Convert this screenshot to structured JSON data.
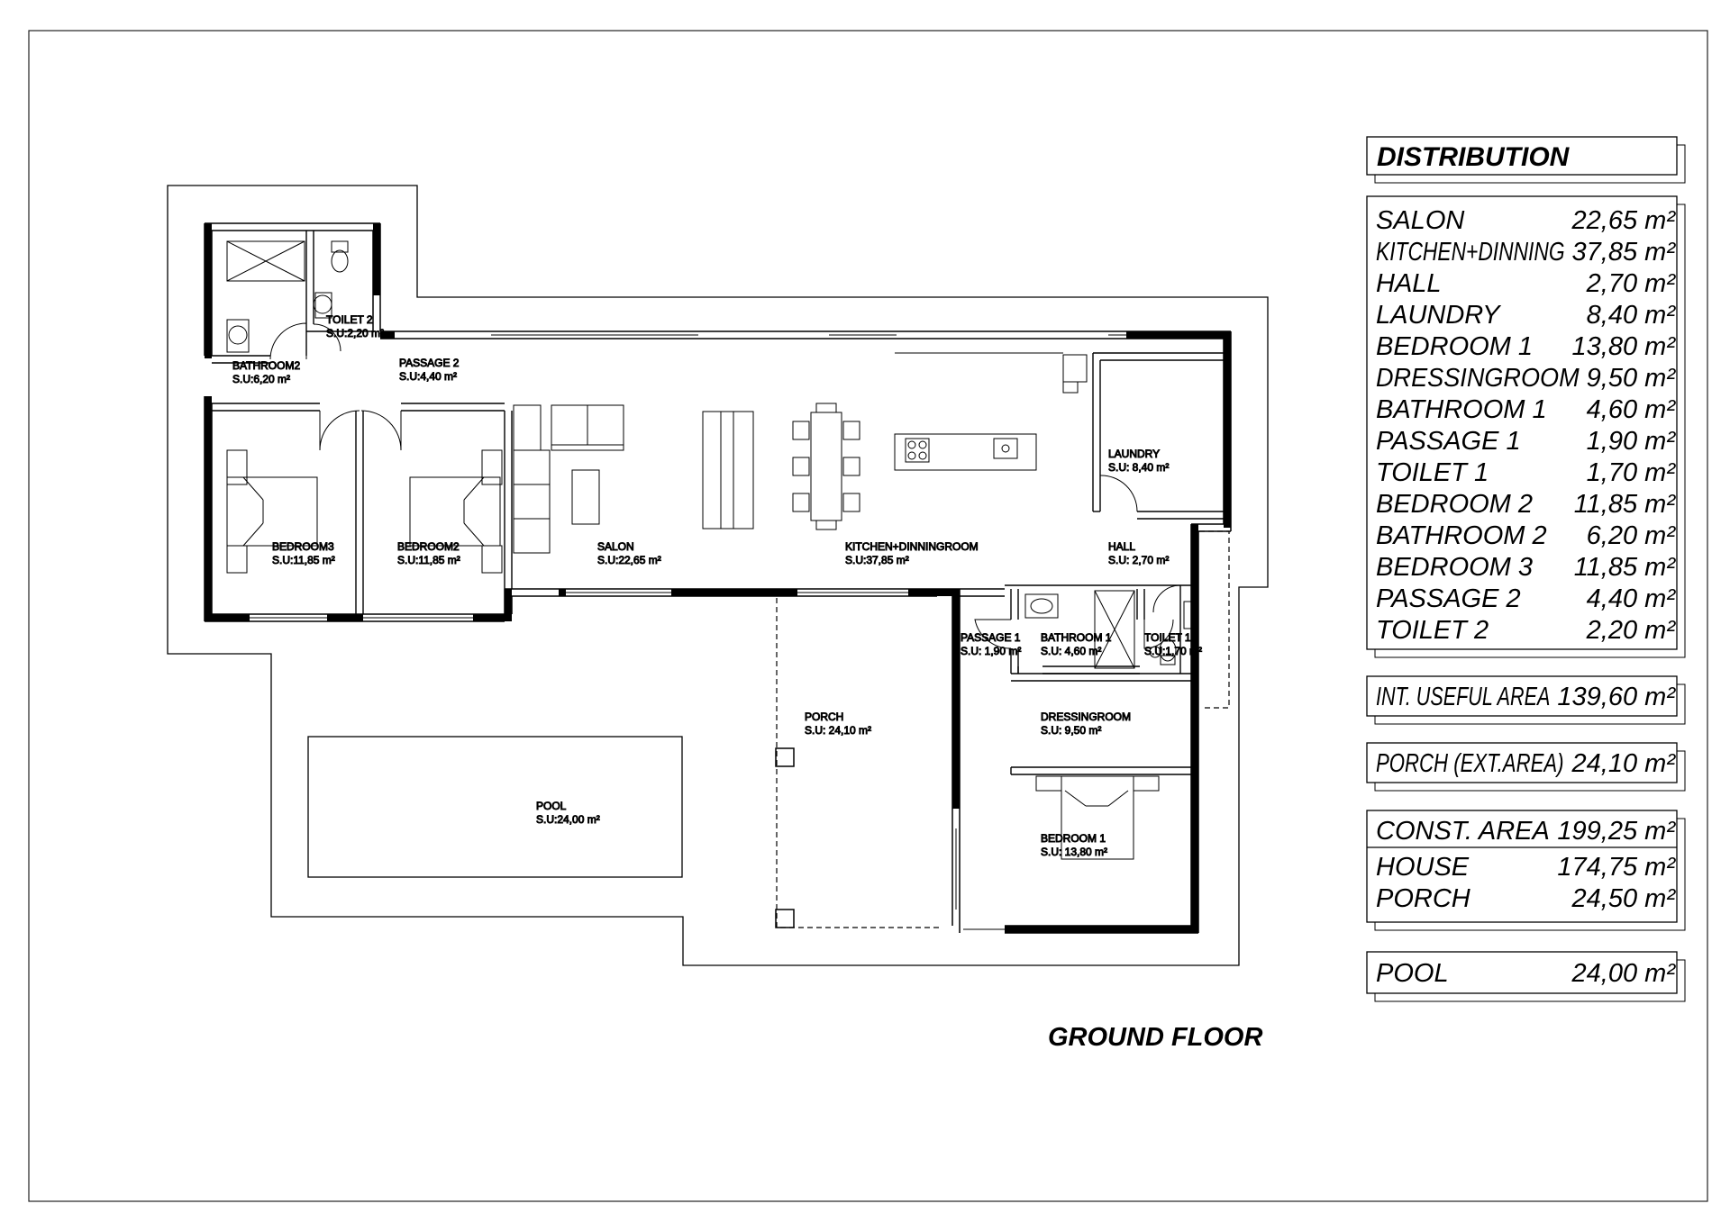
{
  "drawing_title": "GROUND FLOOR",
  "rooms": {
    "toilet2": {
      "name": "TOILET 2",
      "area": "S.U:2,20 m²"
    },
    "bathroom2": {
      "name": "BATHROOM2",
      "area": "S.U:6,20 m²"
    },
    "passage2": {
      "name": "PASSAGE 2",
      "area": "S.U:4,40 m²"
    },
    "bedroom3": {
      "name": "BEDROOM3",
      "area": "S.U:11,85 m²"
    },
    "bedroom2": {
      "name": "BEDROOM2",
      "area": "S.U:11,85 m²"
    },
    "salon": {
      "name": "SALON",
      "area": "S.U:22,65 m²"
    },
    "kitchen": {
      "name": "KITCHEN+DINNINGROOM",
      "area": "S.U:37,85 m²"
    },
    "laundry": {
      "name": "LAUNDRY",
      "area": "S.U: 8,40 m²"
    },
    "hall": {
      "name": "HALL",
      "area": "S.U: 2,70 m²"
    },
    "passage1": {
      "name": "PASSAGE 1",
      "area": "S.U: 1,90 m²"
    },
    "bathroom1": {
      "name": "BATHROOM 1",
      "area": "S.U: 4,60 m²"
    },
    "toilet1": {
      "name": "TOILET 1",
      "area": "S.U:1,70 m²"
    },
    "dressingroom": {
      "name": "DRESSINGROOM",
      "area": "S.U: 9,50 m²"
    },
    "bedroom1": {
      "name": "BEDROOM 1",
      "area": "S.U: 13,80 m²"
    },
    "porch": {
      "name": "PORCH",
      "area": "S.U: 24,10 m²"
    },
    "pool": {
      "name": "POOL",
      "area": "S.U:24,00 m²"
    }
  },
  "distribution": {
    "title": "DISTRIBUTION",
    "items": [
      {
        "name": "SALON",
        "area": "22,65 m²"
      },
      {
        "name": "KITCHEN+DINNING",
        "area": "37,85 m²"
      },
      {
        "name": "HALL",
        "area": "2,70 m²"
      },
      {
        "name": "LAUNDRY",
        "area": "8,40 m²"
      },
      {
        "name": "BEDROOM 1",
        "area": "13,80 m²"
      },
      {
        "name": "DRESSINGROOM",
        "area": "9,50 m²"
      },
      {
        "name": "BATHROOM 1",
        "area": "4,60 m²"
      },
      {
        "name": "PASSAGE 1",
        "area": "1,90 m²"
      },
      {
        "name": "TOILET 1",
        "area": "1,70 m²"
      },
      {
        "name": "BEDROOM 2",
        "area": "11,85 m²"
      },
      {
        "name": "BATHROOM 2",
        "area": "6,20 m²"
      },
      {
        "name": "BEDROOM 3",
        "area": "11,85 m²"
      },
      {
        "name": "PASSAGE 2",
        "area": "4,40 m²"
      },
      {
        "name": "TOILET 2",
        "area": "2,20 m²"
      }
    ],
    "useful_area": {
      "name": "INT. USEFUL AREA",
      "area": "139,60 m²"
    },
    "porch_ext": {
      "name": "PORCH (EXT.AREA)",
      "area": "24,10 m²"
    },
    "const": {
      "title": {
        "name": "CONST. AREA",
        "area": "199,25 m²"
      },
      "house": {
        "name": "HOUSE",
        "area": "174,75 m²"
      },
      "porch": {
        "name": "PORCH",
        "area": "24,50 m²"
      }
    },
    "pool": {
      "name": "POOL",
      "area": "24,00 m²"
    }
  }
}
